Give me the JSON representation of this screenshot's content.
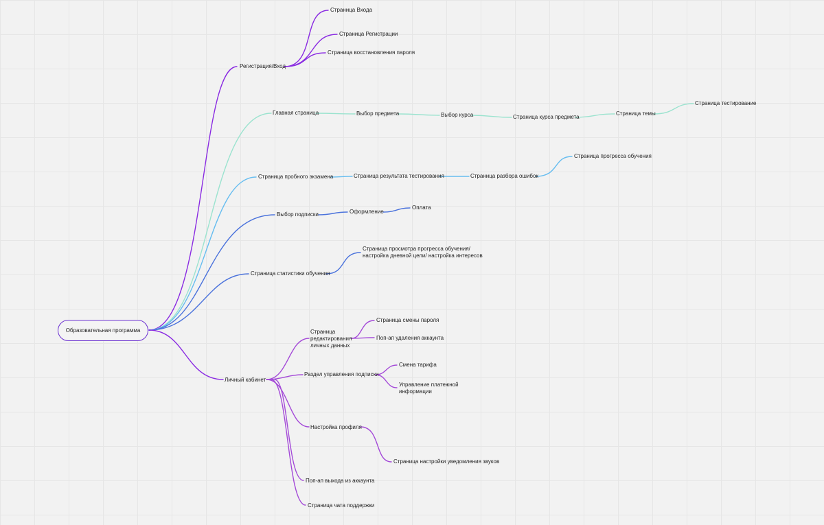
{
  "colors": {
    "purple": "#8a2be2",
    "teal": "#9be3cf",
    "sky": "#66bdf0",
    "blue": "#4a72dc",
    "violet": "#a44ad8"
  },
  "root": {
    "label": "Образовательная программа"
  },
  "nodes": {
    "reg_vhod": "Регистрация/Вход",
    "str_vhoda": "Страница Входа",
    "str_registracii": "Страница Регистрации",
    "str_vosst": "Страница восстановления пароля",
    "glavnaya": "Главная страница",
    "vybor_predmeta": "Выбор предмета",
    "vybor_kursa": "Выбор курса",
    "str_kursa": "Страница курса предмета",
    "str_temy": "Страница темы",
    "str_testirovanie": "Страница тестирование",
    "probny_ekzamen": "Страница пробного экзамена",
    "rezultat_test": "Страница результата тестирования",
    "razbor_oshibok": "Страница разбора ошибок",
    "progress_obuch": "Страница прогресса обучения",
    "vybor_podpiski": "Выбор подписки",
    "oformlenie": "Оформление",
    "oplata": "Оплата",
    "statistika": "Страница статистики обучения",
    "prosmotr_progressa": "Страница просмотра прогресса обучения/\nнастройка дневной цели/ настройка интересов",
    "lichny_kabinet": "Личный кабинет",
    "redakt_dannyh": "Страница\nредактирования\nличных данных",
    "smena_parolya": "Страница смены пароля",
    "udalenie_akk": "Поп-ап удаления аккаунта",
    "upravlenie_podpiski": "Раздел управления подписки",
    "smena_tarifa": "Смена тарифа",
    "platezh_info": "Управление платежной\nинформации",
    "nastroika_profilya": "Настройка профиля",
    "uvedomleniya": "Страница настройки уведомления звуков",
    "vyhod_akk": "Поп-ап выхода из аккаунта",
    "chat_podderzhki": "Страница чата поддержки"
  }
}
